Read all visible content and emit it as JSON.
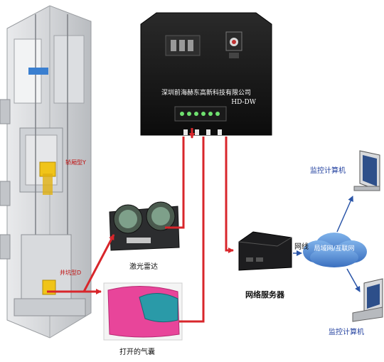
{
  "controller": {
    "company": "深圳前海赫东高新科技有限公司",
    "model": "HD-DW"
  },
  "sensors": {
    "car_tag": "轿厢型Y",
    "shaft_tag": "井坑型D"
  },
  "devices": {
    "laser_radar": "激光雷达",
    "airbag": "打开的气囊",
    "network_server": "网络服务器",
    "monitor_top": "监控计算机",
    "monitor_bottom": "监控计算机"
  },
  "network": {
    "link_label": "网线",
    "cloud_label": "局域网/互联网"
  },
  "colors": {
    "link_red": "#d8262b",
    "cloud_blue": "#4b80c8",
    "controller_black": "#151515",
    "airbag_pink": "#e8459a"
  }
}
